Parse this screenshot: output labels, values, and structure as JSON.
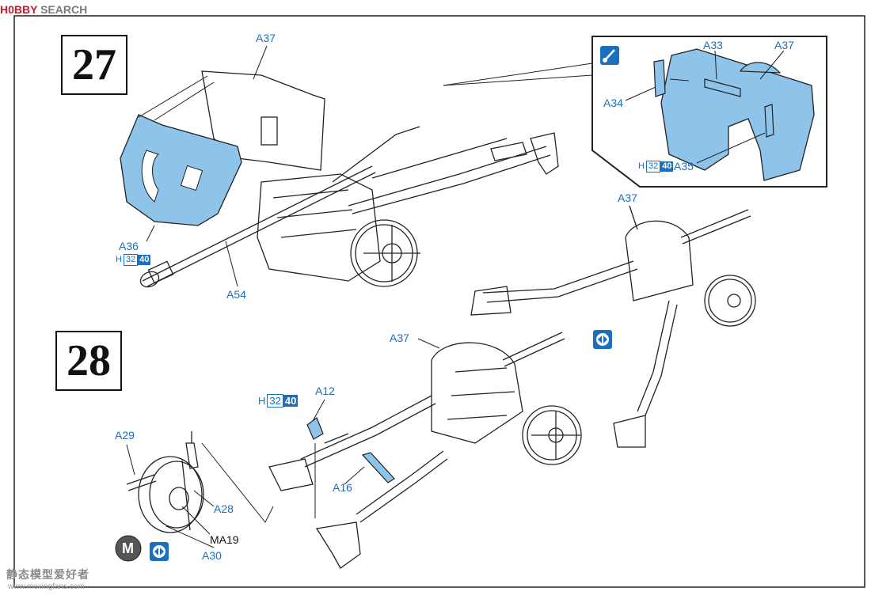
{
  "watermark": {
    "brand_red": "H0BBY",
    "brand_grey": "SEARCH",
    "bottom_text": "静态模型爱好者",
    "bottom_url": "www.moxingfans.com"
  },
  "steps": {
    "step27": "27",
    "step28": "28"
  },
  "paint_code": {
    "prefix": "H",
    "code1": "32",
    "code2": "40"
  },
  "step27_labels": {
    "a37_main": "A37",
    "a36": "A36",
    "a54": "A54",
    "a33": "A33",
    "a37_inset": "A37",
    "a34": "A34",
    "a35": "A35",
    "a37_preview": "A37"
  },
  "step28_labels": {
    "a37": "A37",
    "a12": "A12",
    "a16": "A16",
    "a29": "A29",
    "a28": "A28",
    "ma19": "MA19",
    "a30": "A30"
  },
  "icons": {
    "brush": "paint-brush-icon",
    "option": "optional-parts-icon",
    "metal": "metal-part-icon",
    "metal_letter": "M"
  },
  "colors": {
    "part_blue": "#8ec3ea",
    "label_blue": "#1a6fbf",
    "line": "#222222",
    "brand_red": "#c21d2a"
  }
}
